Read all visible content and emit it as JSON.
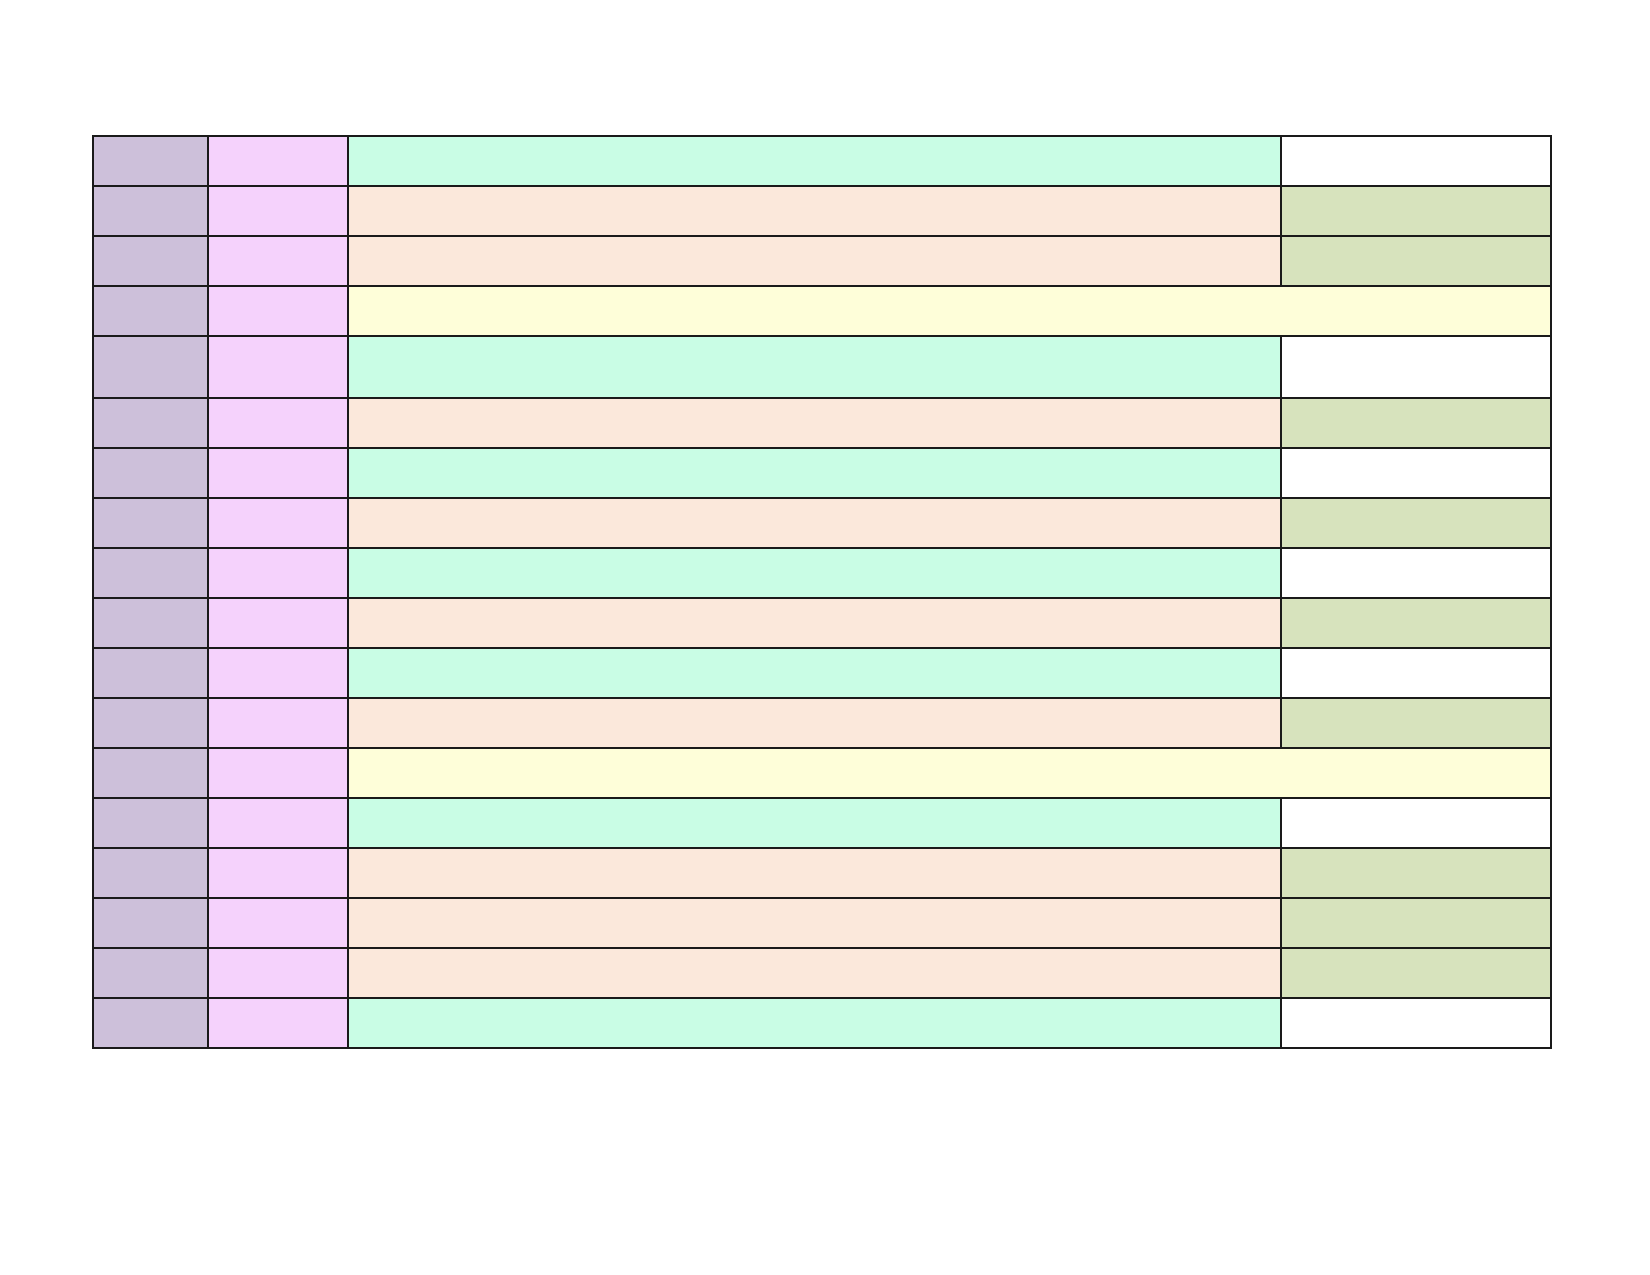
{
  "colors": {
    "lavender": "#cdc0da",
    "pink": "#f5d2fc",
    "mint": "#c9fde5",
    "peach": "#fbe8db",
    "yellow": "#fefed9",
    "white": "#ffffff",
    "sage": "#d7e3bd",
    "border": "#1a1a1a"
  },
  "table": {
    "rows": [
      {
        "type": "mint-white"
      },
      {
        "type": "peach-sage"
      },
      {
        "type": "peach-sage"
      },
      {
        "type": "yellow-merged"
      },
      {
        "type": "mint-white"
      },
      {
        "type": "peach-sage"
      },
      {
        "type": "mint-white"
      },
      {
        "type": "peach-sage"
      },
      {
        "type": "mint-white"
      },
      {
        "type": "peach-sage"
      },
      {
        "type": "mint-white"
      },
      {
        "type": "peach-sage"
      },
      {
        "type": "yellow-merged"
      },
      {
        "type": "mint-white"
      },
      {
        "type": "peach-sage"
      },
      {
        "type": "peach-sage"
      },
      {
        "type": "peach-sage"
      },
      {
        "type": "mint-white"
      }
    ]
  }
}
